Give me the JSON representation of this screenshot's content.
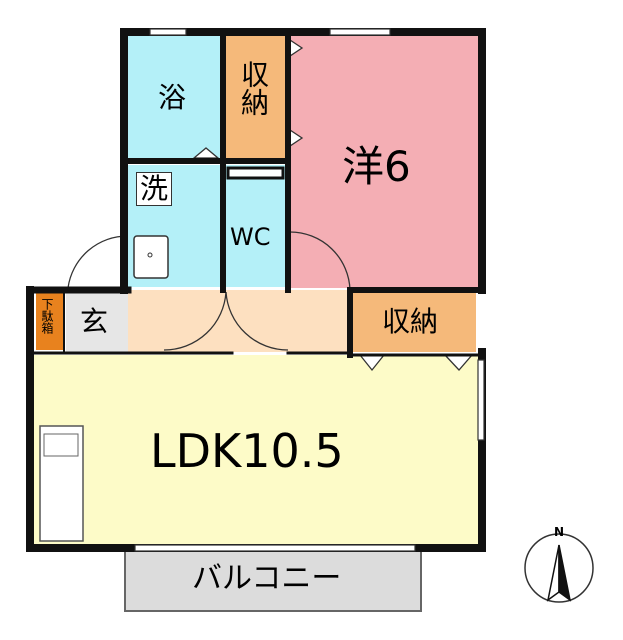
{
  "rooms": {
    "bath": "浴",
    "storage_top": "収納",
    "western_room": "洋6",
    "washroom": "洗",
    "toilet": "WC",
    "shoe_box": "下駄箱",
    "entrance": "玄",
    "storage_right": "収納",
    "ldk": "LDK10.5",
    "balcony": "バルコニー"
  },
  "compass": {
    "north": "N"
  },
  "colors": {
    "bath": "#b4f0f8",
    "storage": "#f5b97a",
    "western": "#f4aeb4",
    "ldk": "#fdfbc8",
    "hall": "#fde0c0",
    "entrance": "#e6e6e6",
    "balcony": "#dcdcdc",
    "shoe_box": "#e8821e",
    "wall": "#111111"
  }
}
